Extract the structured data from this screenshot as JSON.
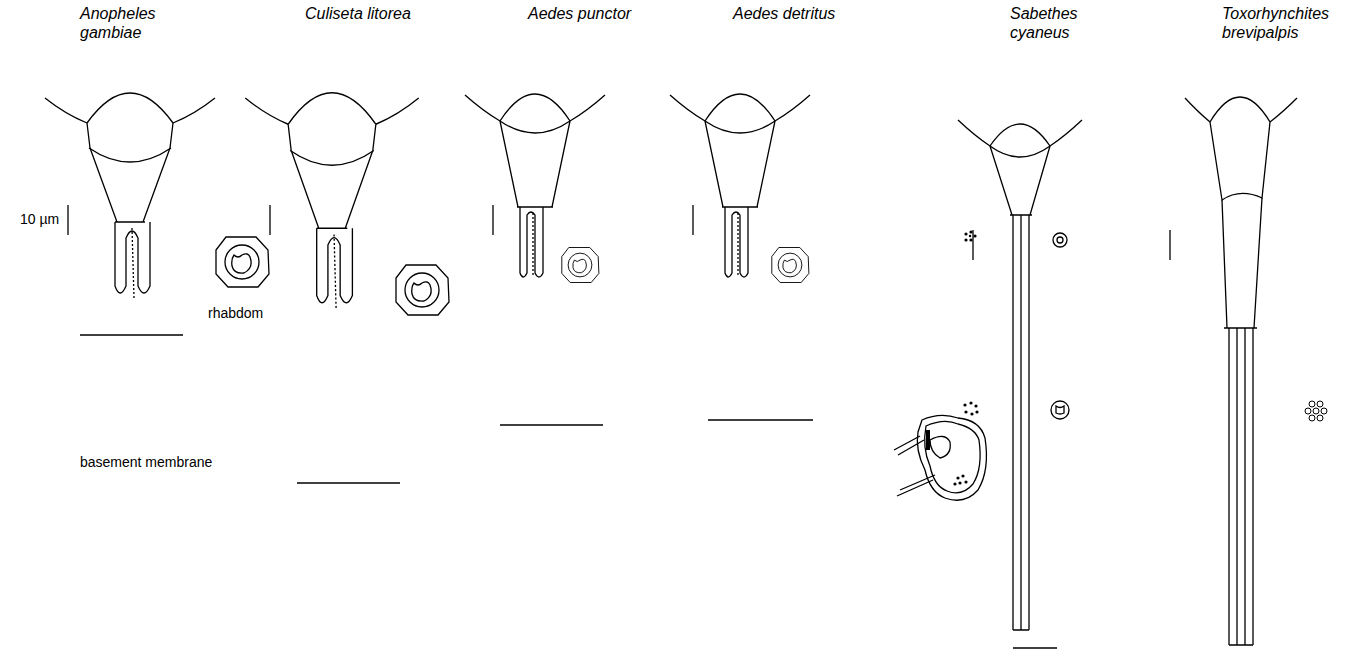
{
  "diagram": {
    "labels": [
      "Anopheles gambiae",
      "Culiseta litorea",
      "Aedes punctor",
      "Aedes detritus",
      "Sabethes cyaneus",
      "Toxorhynchites brevipalpis",
      "10 µm",
      "rhabdom",
      "basement membrane"
    ]
  }
}
